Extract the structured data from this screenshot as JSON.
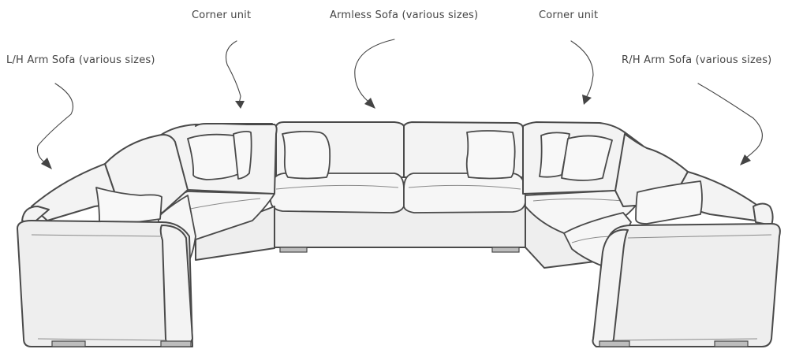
{
  "labels": [
    {
      "id": "lh-arm-sofa",
      "text": "L/H Arm Sofa (various sizes)"
    },
    {
      "id": "corner-unit-left",
      "text": "Corner unit"
    },
    {
      "id": "armless-sofa",
      "text": "Armless Sofa (various sizes)"
    },
    {
      "id": "corner-unit-right",
      "text": "Corner unit"
    },
    {
      "id": "rh-arm-sofa",
      "text": "R/H Arm Sofa (various sizes)"
    }
  ],
  "colors": {
    "outline": "#4a4a4a",
    "fill": "#f3f3f3",
    "label_text": "#444444",
    "leg": "#bdbdbd"
  }
}
